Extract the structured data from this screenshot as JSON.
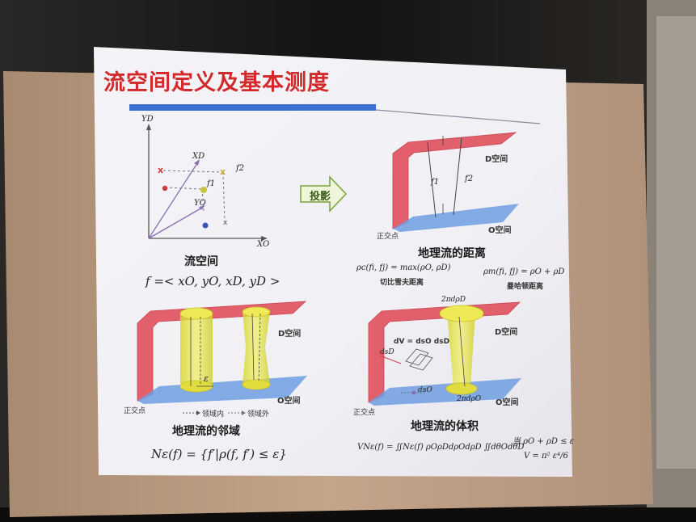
{
  "slide": {
    "title": "流空间定义及基本测度",
    "proj_label": "投影",
    "panel1": {
      "axis_y": "YD",
      "axis_x2": "XD",
      "axis_y2": "YO",
      "axis_x": "XO",
      "f1": "f1",
      "f2": "f2",
      "caption": "流空间",
      "formula": "f =< xO, yO, xD, yD >"
    },
    "panel2": {
      "d_label": "D空间",
      "o_label": "O空间",
      "origin_label": "正交点",
      "f1": "f1",
      "f2": "f2",
      "caption": "地理流的距离",
      "formula_left": "ρc(fi, fj) = max(ρO, ρD)",
      "formula_left_note": "切比雪夫距离",
      "formula_right": "ρm(fi, fj) = ρO + ρD",
      "formula_right_note": "曼哈顿距离"
    },
    "panel3": {
      "d_label": "D空间",
      "o_label": "O空间",
      "origin_label": "正交点",
      "epsilon": "ε",
      "legend_in": "领域内",
      "legend_out": "领域外",
      "caption": "地理流的邻域",
      "formula": "Nε(f) = {f′|ρ(f, f′) ≤ ε}"
    },
    "panel4": {
      "d_label": "D空间",
      "o_label": "O空间",
      "origin_label": "正交点",
      "top_label": "2πdρD",
      "bottom_label": "2πdρO",
      "dv_label": "dV = dsO dsD",
      "dsd_label": "dsD",
      "dso_label": "dsO",
      "caption": "地理流的体积",
      "formula_left": "VNε(f) = ∬Nε(f) ρOρDdρOdρD ∬dθOdθD",
      "formula_cond": "当 ρO + ρD ≤ ε",
      "formula_result": "V = π² ε⁴/6"
    }
  }
}
